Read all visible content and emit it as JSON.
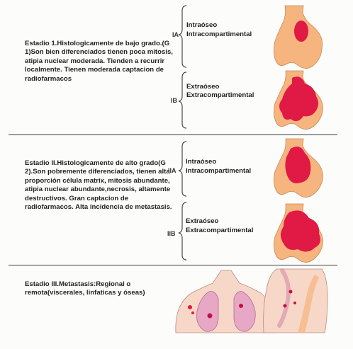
{
  "stages": [
    {
      "text": "Estadio 1.Histologicamente de bajo grado.(G 1)Son bien diferenciados tienen poca mitosis, atipia nuclear moderada. Tienden a recurrir localmente. Tienen moderada captacion de radiofarmacos",
      "substages": [
        {
          "code": "IA",
          "line1": "Intraóseo",
          "line2": "Intracompartimental"
        },
        {
          "code": "IB",
          "line1": "Extraóseo",
          "line2": "Extracompartimental"
        }
      ]
    },
    {
      "text": "Estadio II.Histologicamente de alto grado(G 2).Son pobremente diferenciados, tienen alta proporción célula matrix, mitosis abundante, atipia nuclear abundante,necrosis, altamente destructivos. Gran captacion de radiofarmacos. Alta incidencia de metastasis.",
      "substages": [
        {
          "code": "IIA",
          "line1": "Intraóseo",
          "line2": "Intracompartimental"
        },
        {
          "code": "IIB",
          "line1": "Extraóseo",
          "line2": "Extracompartimental"
        }
      ]
    },
    {
      "text": "Estadio III.Metastasis:Regional o remota(viscerales, linfaticas y óseas)"
    }
  ],
  "colors": {
    "bone": "#f6b47e",
    "bone_light": "#f8cda6",
    "tumor": "#e01a44",
    "skin": "#f7d7c8",
    "lung": "#e7a8c6",
    "rule": "#3b3b3b"
  }
}
